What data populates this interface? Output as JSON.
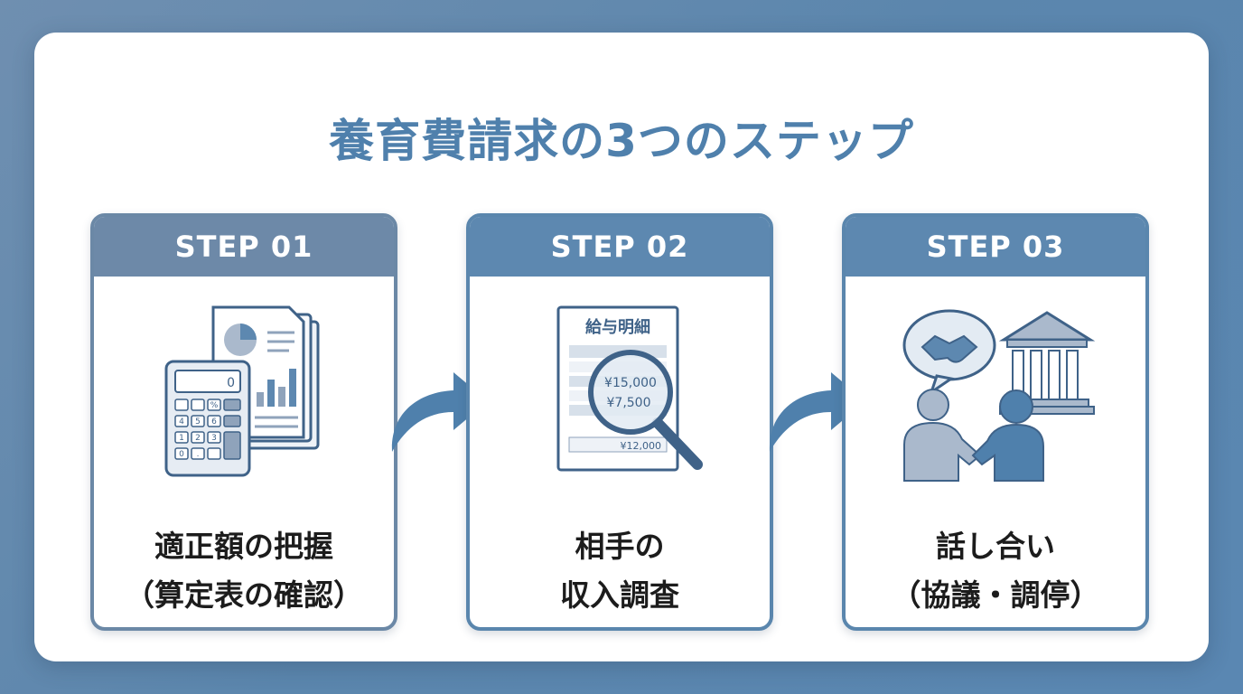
{
  "title": "養育費請求の3つのステップ",
  "steps": [
    {
      "header": "STEP 01",
      "label_line1": "適正額の把握",
      "label_line2": "（算定表の確認）",
      "icon": "calculator-document-icon"
    },
    {
      "header": "STEP 02",
      "label_line1": "相手の",
      "label_line2": "収入調査",
      "icon": "payslip-magnifier-icon",
      "document_title": "給与明細",
      "amount_1": "¥15,000",
      "amount_2": "¥7,500",
      "amount_3": "¥12,000"
    },
    {
      "header": "STEP 03",
      "label_line1": "話し合い",
      "label_line2": "（協議・調停）",
      "icon": "negotiation-court-icon"
    }
  ],
  "calculator_keys": [
    "%",
    "4",
    "5",
    "6",
    "1",
    "2",
    "3",
    "0",
    "."
  ],
  "calculator_display": "0",
  "colors": {
    "accent": "#4f80ac",
    "card_header": "#5d88b0",
    "icon_dark": "#3f6288",
    "icon_light": "#aab9cc"
  }
}
